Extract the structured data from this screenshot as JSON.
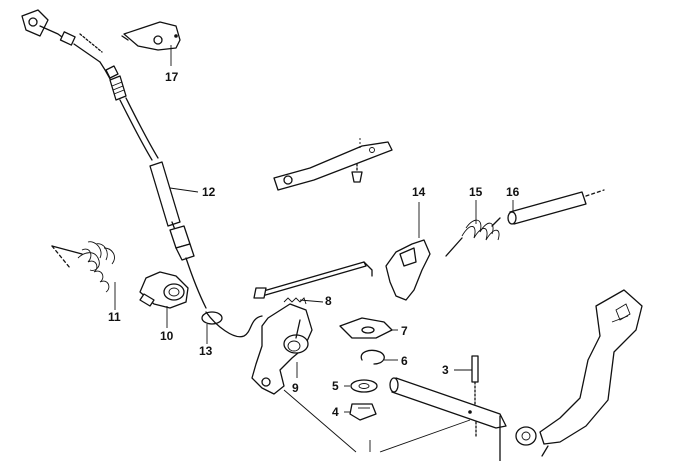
{
  "labels": {
    "l17": "17",
    "l12": "12",
    "l14": "14",
    "l15": "15",
    "l16": "16",
    "l8": "8",
    "l11": "11",
    "l10": "10",
    "l13": "13",
    "l7": "7",
    "l6": "6",
    "l3": "3",
    "l9": "9",
    "l5": "5",
    "l4": "4"
  }
}
